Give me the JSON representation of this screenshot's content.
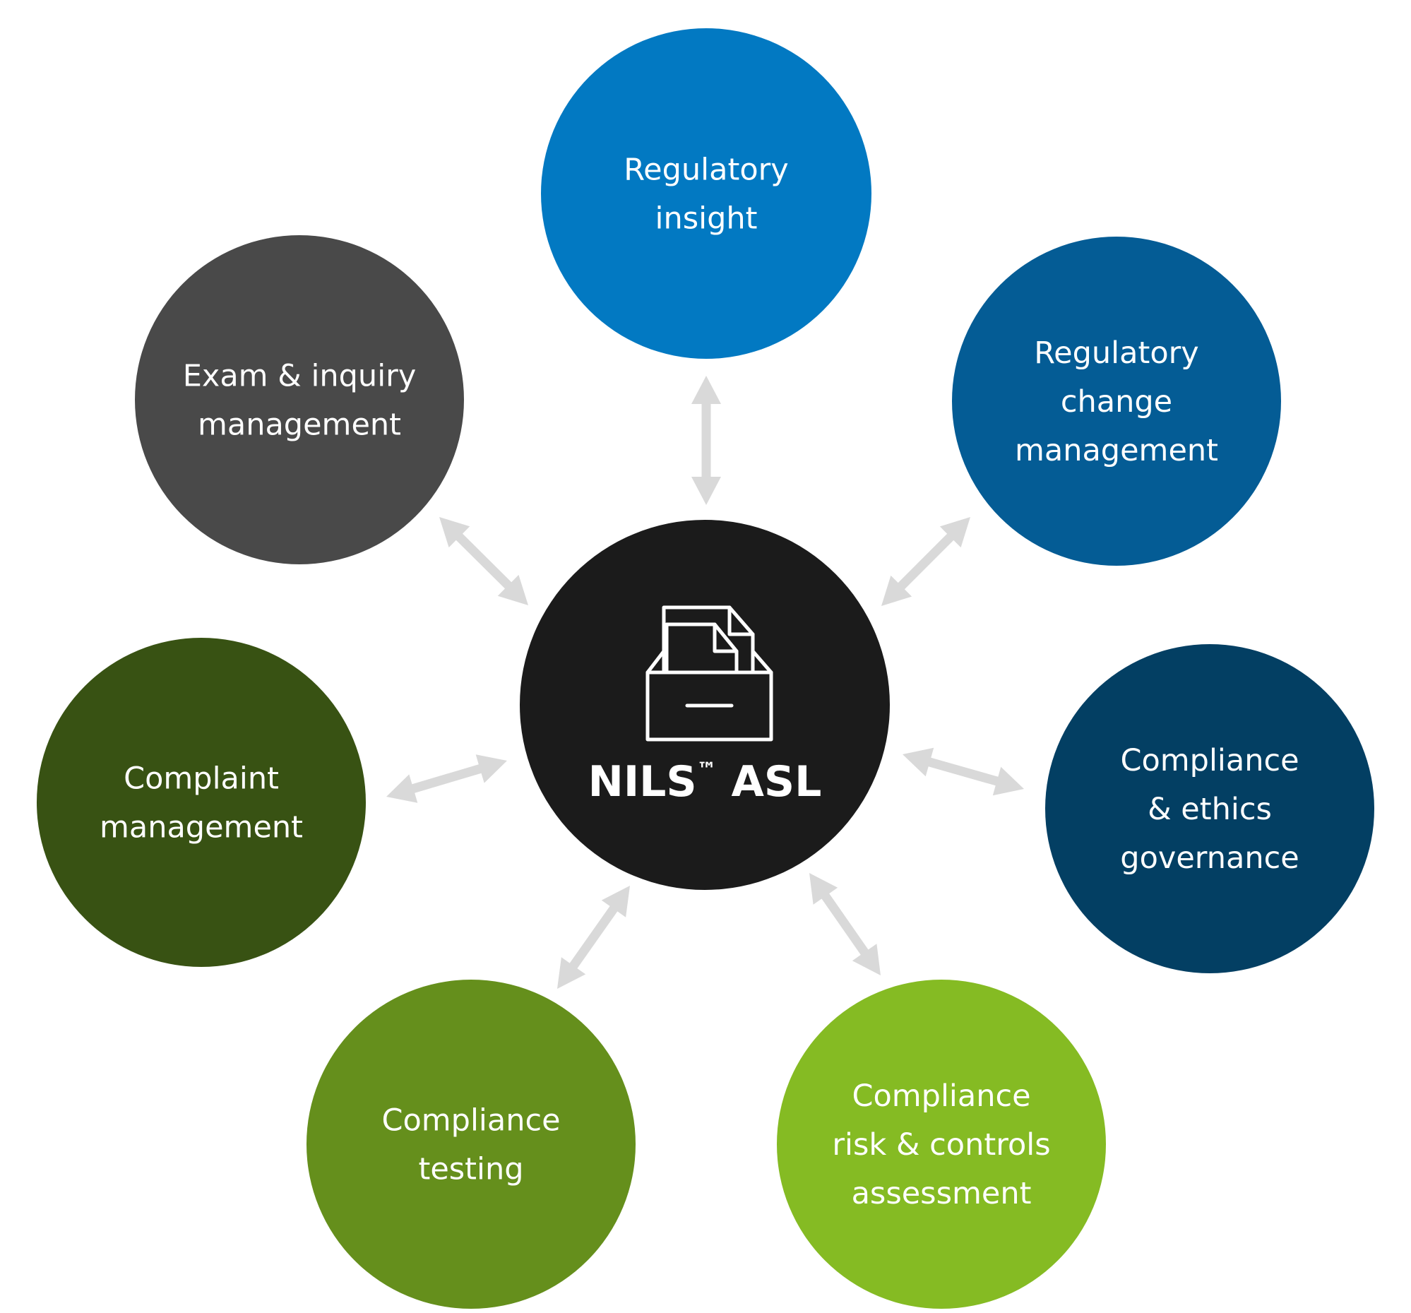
{
  "hub": {
    "name": "NILS",
    "trademark": "™",
    "suffix": " ASL",
    "icon": "file-box-icon",
    "color": "#1b1b1b"
  },
  "arrow_color": "#d9d9d9",
  "nodes": [
    {
      "id": "regulatory-insight",
      "lines": [
        "Regulatory",
        "insight"
      ],
      "color": "#0279c2",
      "position": "top"
    },
    {
      "id": "regulatory-change-management",
      "lines": [
        "Regulatory",
        "change",
        "management"
      ],
      "color": "#045c95",
      "position": "upper-right"
    },
    {
      "id": "compliance-ethics-governance",
      "lines": [
        "Compliance",
        "& ethics",
        "governance"
      ],
      "color": "#033f63",
      "position": "right"
    },
    {
      "id": "compliance-risk-controls-assessment",
      "lines": [
        "Compliance",
        "risk & controls",
        "assessment"
      ],
      "color": "#85bb23",
      "position": "lower-right"
    },
    {
      "id": "compliance-testing",
      "lines": [
        "Compliance",
        "testing"
      ],
      "color": "#658f1c",
      "position": "lower-left"
    },
    {
      "id": "complaint-management",
      "lines": [
        "Complaint",
        "management"
      ],
      "color": "#385213",
      "position": "left"
    },
    {
      "id": "exam-inquiry-management",
      "lines": [
        "Exam & inquiry",
        "management"
      ],
      "color": "#494949",
      "position": "upper-left"
    }
  ],
  "connections": [
    {
      "from": "hub",
      "to": "regulatory-insight",
      "bidirectional": true
    },
    {
      "from": "hub",
      "to": "regulatory-change-management",
      "bidirectional": true
    },
    {
      "from": "hub",
      "to": "compliance-ethics-governance",
      "bidirectional": true
    },
    {
      "from": "hub",
      "to": "compliance-risk-controls-assessment",
      "bidirectional": true
    },
    {
      "from": "hub",
      "to": "compliance-testing",
      "bidirectional": true
    },
    {
      "from": "hub",
      "to": "complaint-management",
      "bidirectional": true
    },
    {
      "from": "hub",
      "to": "exam-inquiry-management",
      "bidirectional": true
    }
  ]
}
